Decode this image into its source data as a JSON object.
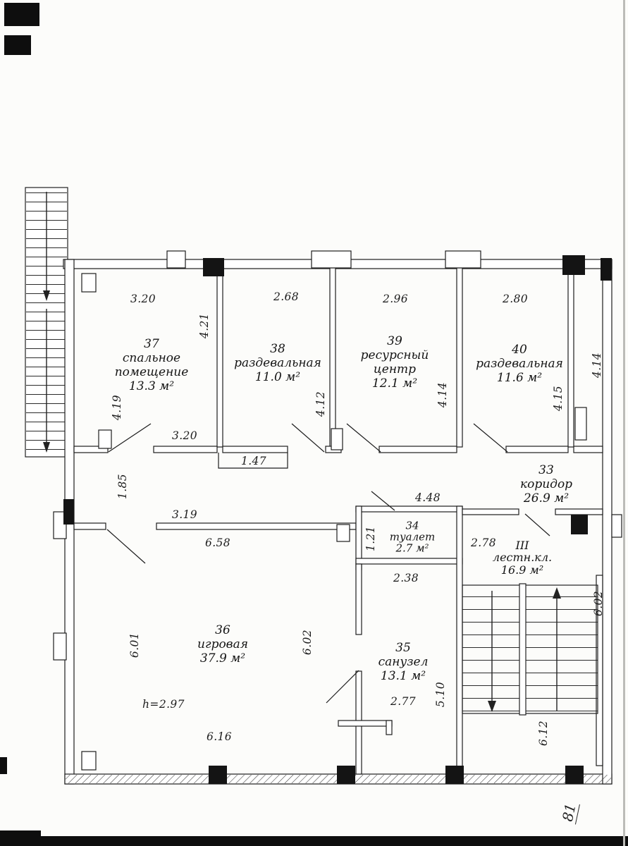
{
  "page": {
    "handwritten_note": "81"
  },
  "rooms": [
    {
      "number": "37",
      "name": "спальное\nпомещение",
      "area": "13.3 м²"
    },
    {
      "number": "38",
      "name": "раздевальная",
      "area": "11.0 м²"
    },
    {
      "number": "39",
      "name": "ресурсный\nцентр",
      "area": "12.1 м²"
    },
    {
      "number": "40",
      "name": "раздевальная",
      "area": "11.6 м²"
    },
    {
      "number": "33",
      "name": "коридор",
      "area": "26.9 м²"
    },
    {
      "number": "34",
      "name": "туалет",
      "area": "2.7 м²"
    },
    {
      "number": "35",
      "name": "санузел",
      "area": "13.1 м²"
    },
    {
      "number": "36",
      "name": "игровая",
      "area": "37.9 м²"
    },
    {
      "number": "III",
      "name": "лестн.кл.",
      "area": "16.9 м²"
    }
  ],
  "dims": [
    "3.20",
    "2.68",
    "2.96",
    "2.80",
    "4.21",
    "4.19",
    "4.12",
    "4.14",
    "4.15",
    "4.14",
    "3.20",
    "1.47",
    "1.85",
    "3.19",
    "6.58",
    "4.48",
    "1.21",
    "2.38",
    "2.78",
    "6.01",
    "6.02",
    "6.16",
    "2.77",
    "5.10",
    "6.12",
    "6.02"
  ],
  "height_note": "h=2.97"
}
